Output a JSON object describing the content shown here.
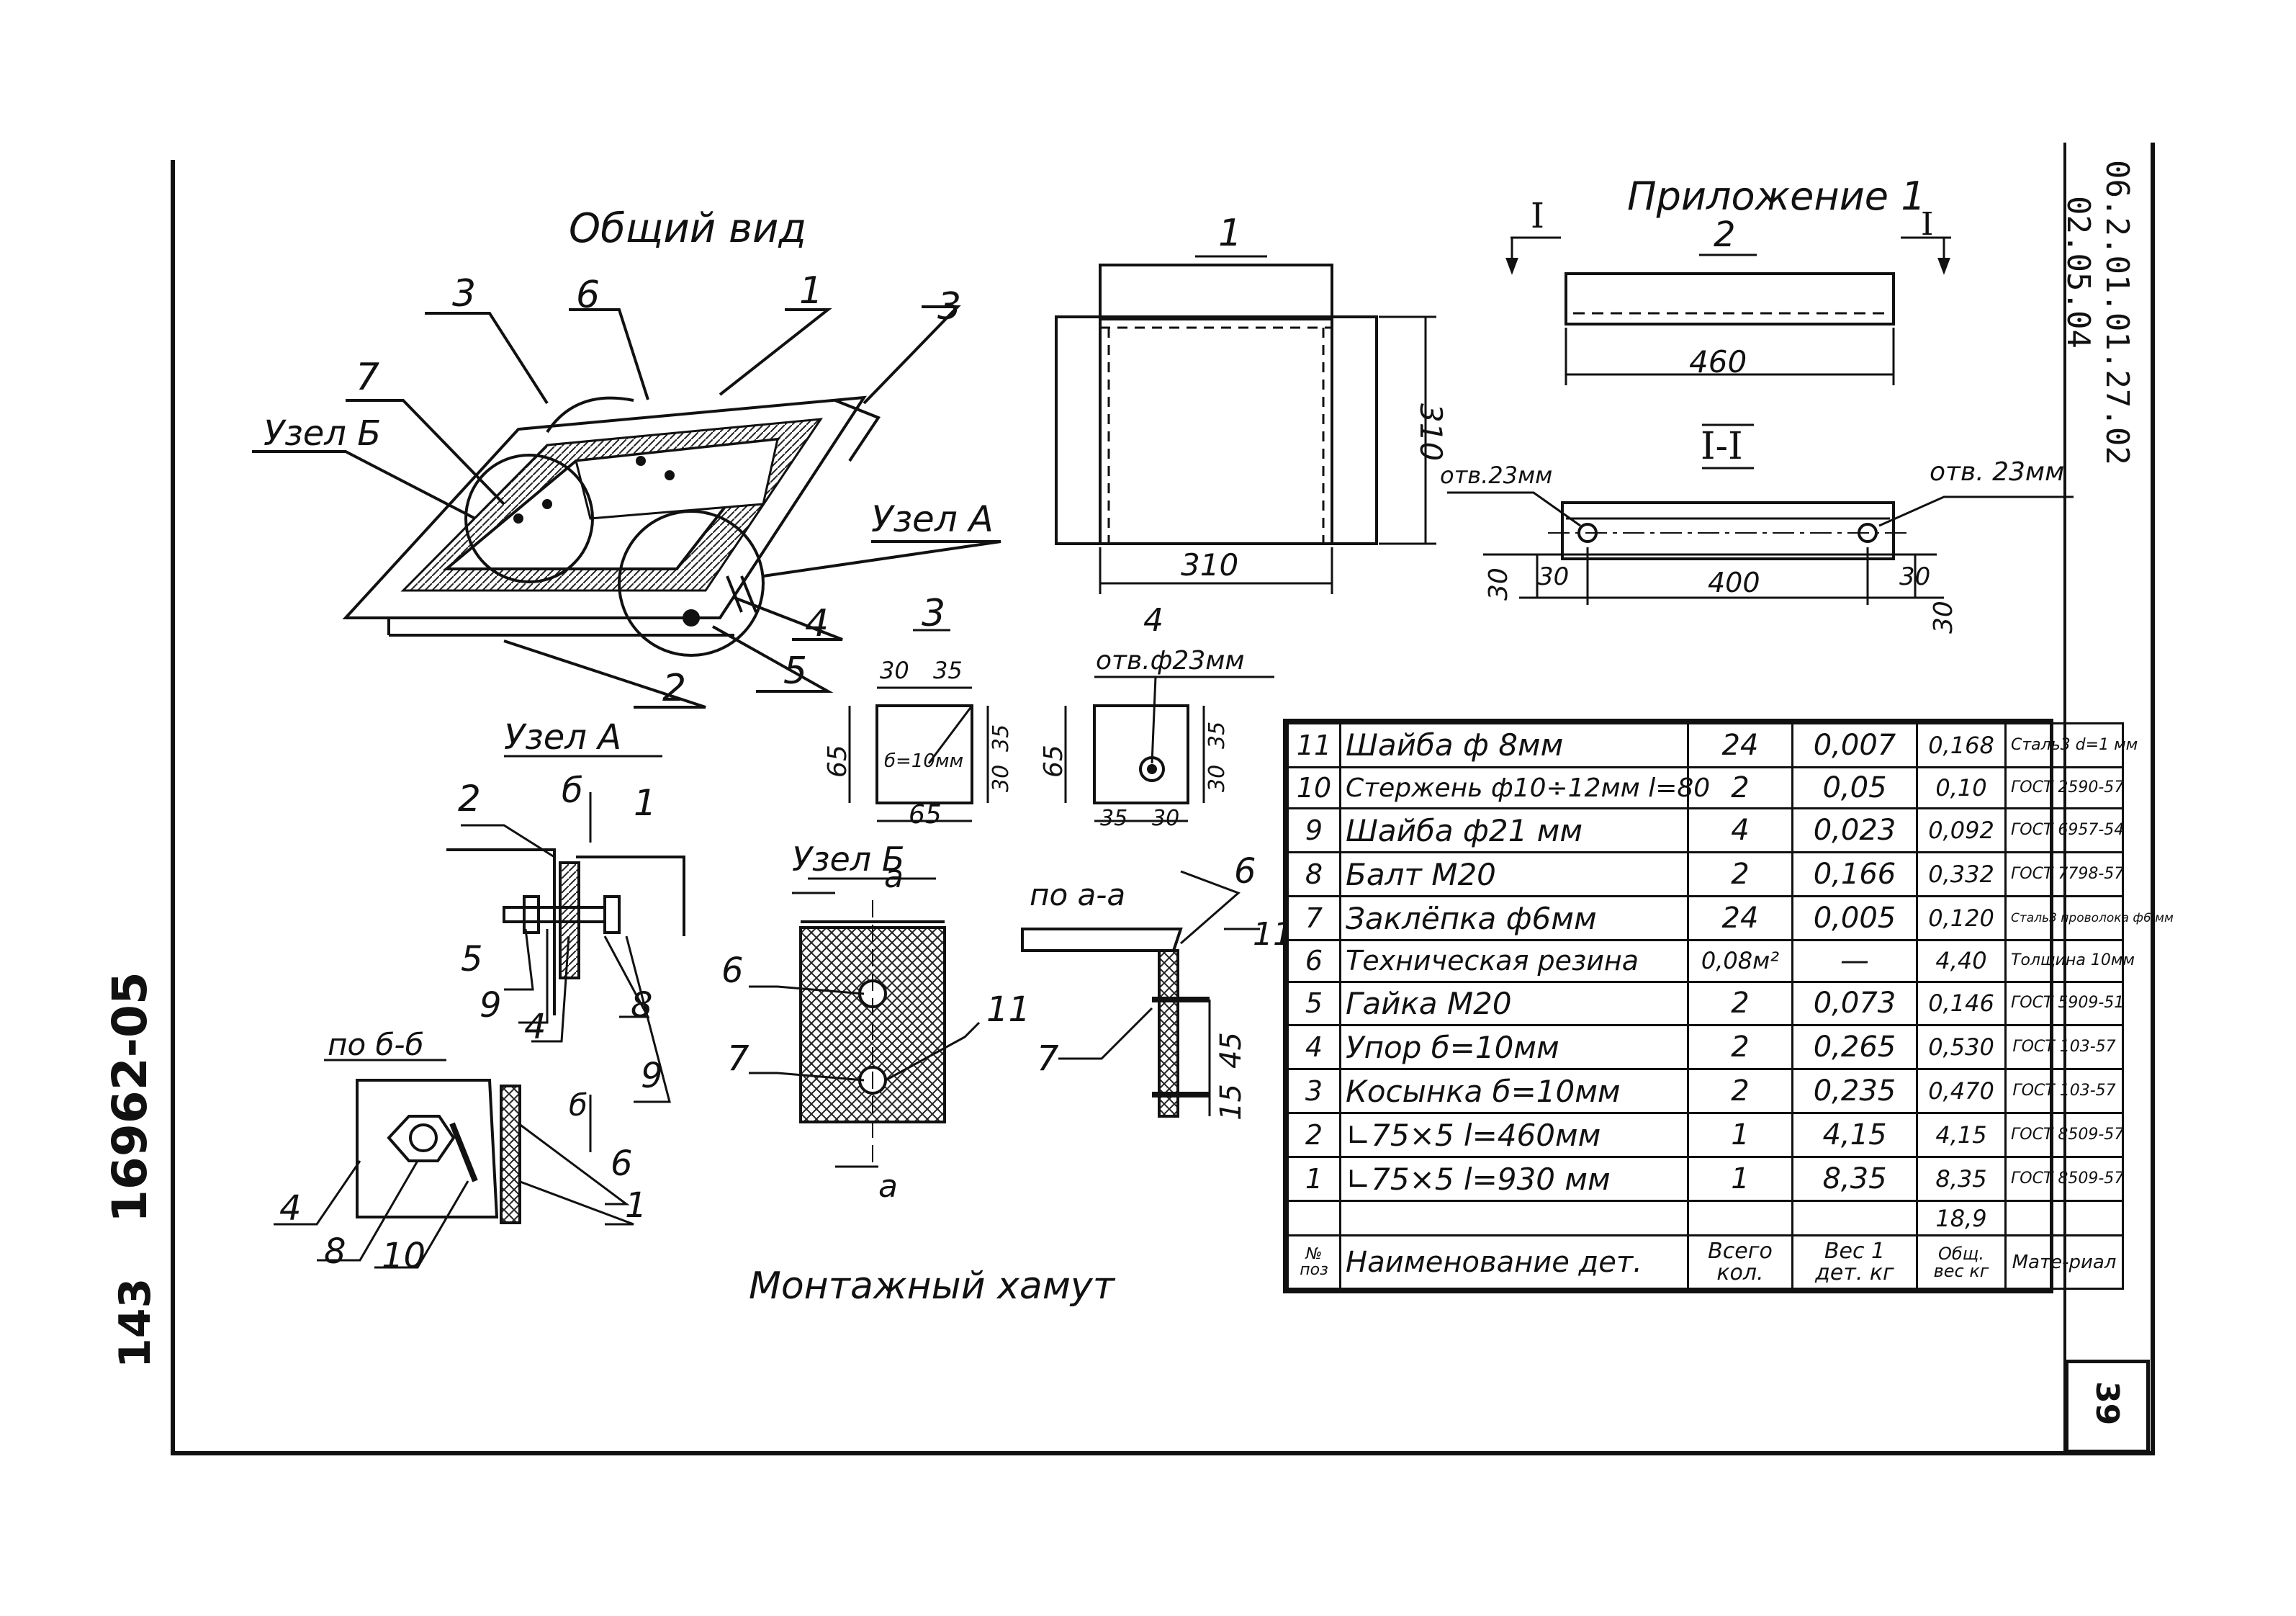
{
  "sheet": {
    "code_right": "06.2.01.01.27.02",
    "code_right_2": "02.05.04",
    "code_left": "16962-05",
    "page_left": "143",
    "page_number": "39"
  },
  "titles": {
    "general_view": "Общий вид",
    "appendix": "Приложение 1",
    "node_a": "Узел А",
    "node_b": "Узел Б",
    "section_bb": "по б-б",
    "section_aa": "по а-а",
    "caption": "Монтажный хамут",
    "section_II": "I-I"
  },
  "general_view_labels": {
    "uzel_b": "Узел Б",
    "uzel_a": "Узел А",
    "p1": "1",
    "p2": "2",
    "p3a": "3",
    "p3b": "3",
    "p4": "4",
    "p5": "5",
    "p6": "6",
    "p7": "7"
  },
  "part1": {
    "label": "1",
    "width": "310",
    "height": "310"
  },
  "part2": {
    "label": "2",
    "length": "460",
    "cut": "I",
    "hole_left": "отв.23мм",
    "hole_right": "отв. 23мм",
    "d400": "400",
    "d30a": "30",
    "d30b": "30",
    "d30c": "30",
    "d30d": "30"
  },
  "part3": {
    "label": "3",
    "thickness": "б=10мм",
    "d30": "30",
    "d35a": "35",
    "d35b": "35",
    "d30b": "30",
    "d65a": "65",
    "d65b": "65"
  },
  "part4": {
    "label": "4",
    "hole": "отв.ф23мм",
    "d65": "65",
    "d35a": "35",
    "d30a": "30",
    "d35b": "35",
    "d30b": "30"
  },
  "node_a_labels": {
    "p1": "1",
    "p2": "2",
    "p4": "4",
    "p5": "5",
    "p8": "8",
    "p9a": "9",
    "p9b": "9",
    "cut": "б"
  },
  "node_bb_labels": {
    "p1": "1",
    "p4": "4",
    "p6": "6",
    "p8": "8",
    "p10": "10"
  },
  "node_b_labels": {
    "p6": "6",
    "p7": "7",
    "p11": "11",
    "cut": "а"
  },
  "node_aa_labels": {
    "p6": "6",
    "p7": "7",
    "p11": "11",
    "d45": "45",
    "d15": "15"
  },
  "spec": {
    "header": {
      "pos": "№ поз",
      "name": "Наименование дет.",
      "qty": "Всего кол.",
      "unit_weight": "Вес 1 дет. кг",
      "total_weight": "Общ. вес кг",
      "material": "Мате-риал"
    },
    "rows": [
      {
        "pos": "11",
        "name": "Шайба ф 8мм",
        "qty": "24",
        "unit": "0,007",
        "total": "0,168",
        "material": "Сталь3 d=1 мм"
      },
      {
        "pos": "10",
        "name": "Стержень ф10÷12мм l=80",
        "qty": "2",
        "unit": "0,05",
        "total": "0,10",
        "material": "ГОСТ 2590-57"
      },
      {
        "pos": "9",
        "name": "Шайба ф21 мм",
        "qty": "4",
        "unit": "0,023",
        "total": "0,092",
        "material": "ГОСТ 6957-54"
      },
      {
        "pos": "8",
        "name": "Балт М20",
        "qty": "2",
        "unit": "0,166",
        "total": "0,332",
        "material": "ГОСТ 7798-57"
      },
      {
        "pos": "7",
        "name": "Заклёпка ф6мм",
        "qty": "24",
        "unit": "0,005",
        "total": "0,120",
        "material": "Сталь3 проволока ф6 мм"
      },
      {
        "pos": "6",
        "name": "Техническая резина",
        "qty": "0,08м²",
        "unit": "—",
        "total": "4,40",
        "material": "Толщина 10мм"
      },
      {
        "pos": "5",
        "name": "Гайка М20",
        "qty": "2",
        "unit": "0,073",
        "total": "0,146",
        "material": "ГОСТ 5909-51"
      },
      {
        "pos": "4",
        "name": "Упор б=10мм",
        "qty": "2",
        "unit": "0,265",
        "total": "0,530",
        "material": "ГОСТ 103-57"
      },
      {
        "pos": "3",
        "name": "Косынка б=10мм",
        "qty": "2",
        "unit": "0,235",
        "total": "0,470",
        "material": "ГОСТ 103-57"
      },
      {
        "pos": "2",
        "name": "∟75×5 l=460мм",
        "qty": "1",
        "unit": "4,15",
        "total": "4,15",
        "material": "ГОСТ 8509-57"
      },
      {
        "pos": "1",
        "name": "∟75×5 l=930 мм",
        "qty": "1",
        "unit": "8,35",
        "total": "8,35",
        "material": "ГОСТ 8509-57"
      }
    ],
    "total_sum": "18,9"
  }
}
